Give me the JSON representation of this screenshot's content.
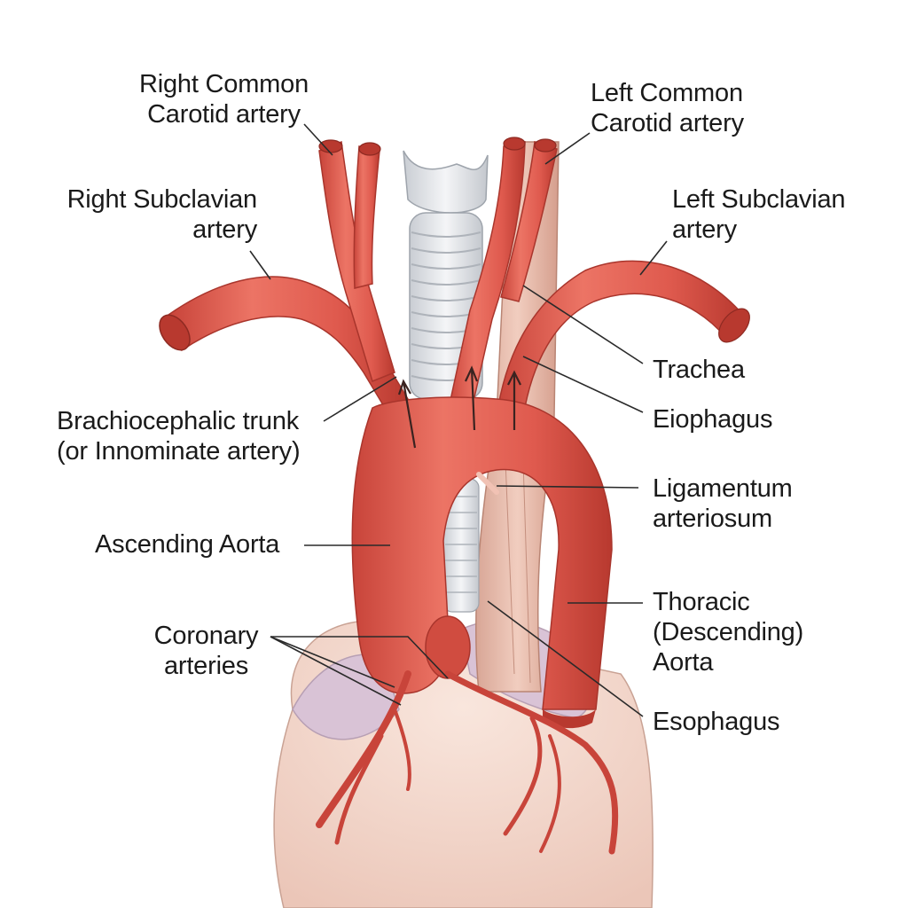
{
  "labels": {
    "right_common_carotid": [
      "Right Common",
      "Carotid artery"
    ],
    "left_common_carotid": [
      "Left Common",
      "Carotid artery"
    ],
    "right_subclavian": [
      "Right Subclavian",
      "artery"
    ],
    "left_subclavian": [
      "Left Subclavian",
      "artery"
    ],
    "trachea": "Trachea",
    "eiophagus": "Eiophagus",
    "brachiocephalic": [
      "Brachiocephalic trunk",
      "(or Innominate artery)"
    ],
    "ligamentum": [
      "Ligamentum",
      "arteriosum"
    ],
    "ascending_aorta": "Ascending Aorta",
    "thoracic_aorta": [
      "Thoracic",
      "(Descending)",
      "Aorta"
    ],
    "coronary": [
      "Coronary",
      "arteries"
    ],
    "esophagus": "Esophagus"
  },
  "colors": {
    "artery": "#df5a4e",
    "artery_dark": "#b8392f",
    "artery_light": "#ef8a7c",
    "trachea": "#dcdfe3",
    "esophagus": "#e6b8a6",
    "heart": "#f3d9cf",
    "atrium": "#d9c3d6",
    "text": "#1a1a1a"
  }
}
